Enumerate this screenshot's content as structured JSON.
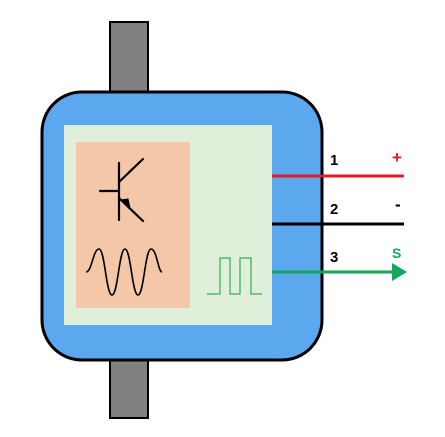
{
  "colors": {
    "shaft": "#808080",
    "housing": "#5ba8ee",
    "inner_panel": "#e0efd9",
    "component_panel": "#f5c7a9",
    "wire_positive": "#e81b23",
    "wire_negative": "#000000",
    "wire_signal": "#14a65a",
    "pulse_signal": "#2fb050",
    "outline": "#000000"
  },
  "icons": {
    "transistor": "transistor-icon",
    "oscillator": "sine-wave-icon",
    "output_signal": "square-wave-icon",
    "signal_arrow": "arrow-right-icon"
  },
  "pins": [
    {
      "number": "1",
      "sign": "+",
      "color": "#e81b23"
    },
    {
      "number": "2",
      "sign": "-",
      "color": "#000000"
    },
    {
      "number": "3",
      "sign": "S",
      "color": "#14a65a"
    }
  ]
}
